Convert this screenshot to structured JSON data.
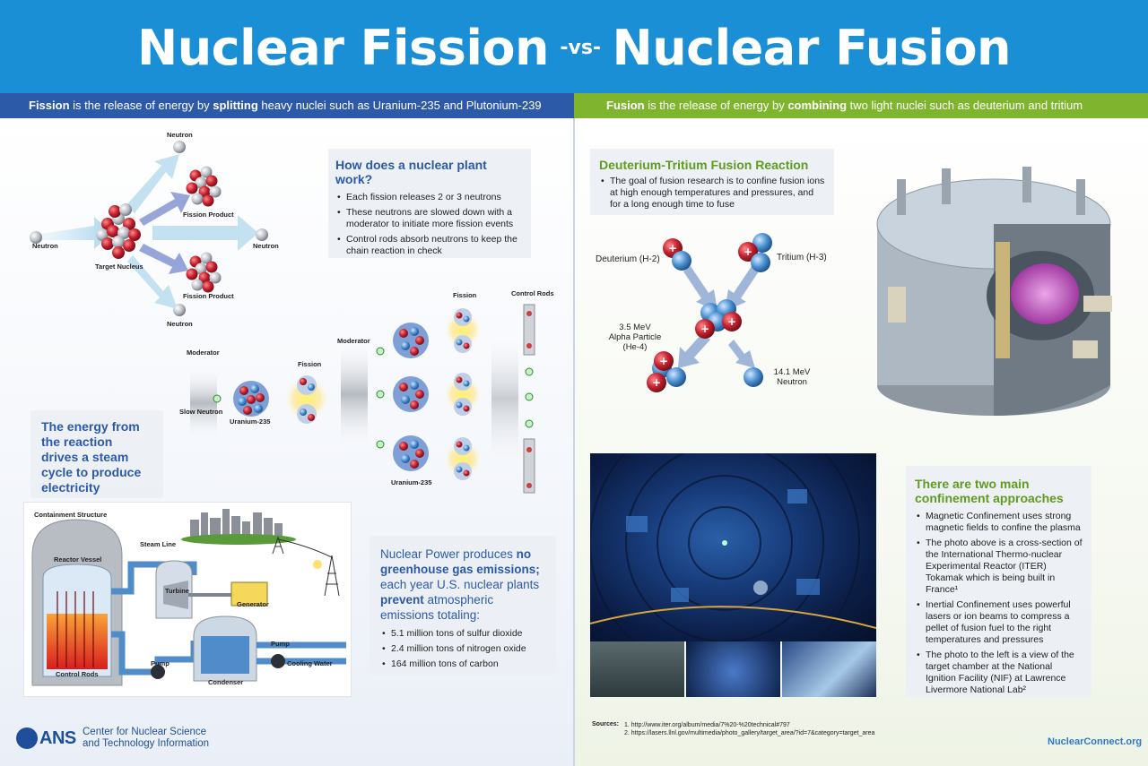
{
  "header": {
    "title_left": "Nuclear Fission",
    "vs": "-vs-",
    "title_right": "Nuclear Fusion"
  },
  "fission_bar": {
    "term": "Fission",
    "text1": " is the release of energy by ",
    "keyword": "splitting",
    "text2": " heavy nuclei such as Uranium-235 and Plutonium-239"
  },
  "fusion_bar": {
    "term": "Fusion",
    "text1": " is the release of energy by ",
    "keyword": "combining",
    "text2": " two light nuclei such as deuterium and tritium"
  },
  "fission_diagram": {
    "neutron_top": "Neutron",
    "neutron_left": "Neutron",
    "neutron_right": "Neutron",
    "neutron_bottom": "Neutron",
    "target_nucleus": "Target Nucleus",
    "fission_product_1": "Fission Product",
    "fission_product_2": "Fission Product"
  },
  "plant_box": {
    "title": "How does a nuclear plant work?",
    "items": [
      "Each fission releases 2 or 3 neutrons",
      "These neutrons are slowed down with a moderator to initiate more fission events",
      "Control rods absorb neutrons to keep the chain reaction in check"
    ]
  },
  "chain_reaction": {
    "moderator_1": "Moderator",
    "moderator_2": "Moderator",
    "fission_1": "Fission",
    "fission_2": "Fission",
    "control_rods": "Control Rods",
    "slow_neutron": "Slow Neutron",
    "uranium_1": "Uranium-235",
    "uranium_2": "Uranium-235"
  },
  "energy_box": {
    "text": "The energy from the reaction drives a steam cycle to produce electricity"
  },
  "plant_diagram": {
    "containment": "Containment Structure",
    "steam_line": "Steam Line",
    "reactor_vessel": "Reactor Vessel",
    "turbine": "Turbine",
    "generator": "Generator",
    "control_rods": "Control Rods",
    "pump_1": "Pump",
    "pump_2": "Pump",
    "condenser": "Condenser",
    "cooling_water": "Cooling Water"
  },
  "emissions_box": {
    "p1": "Nuclear Power produces ",
    "p1_bold": "no greenhouse gas emissions;",
    "p2": " each year U.S. nuclear plants ",
    "p2_bold": "prevent",
    "p3": " atmospheric emissions totaling:",
    "items": [
      "5.1 million tons of sulfur dioxide",
      "2.4 million tons of nitrogen oxide",
      "164 million tons of carbon"
    ]
  },
  "footer_left": {
    "logo": "ANS",
    "line1": "Center for Nuclear Science",
    "line2": "and Technology Information"
  },
  "dt_box": {
    "title": "Deuterium-Tritium Fusion Reaction",
    "items": [
      "The goal of fusion research is to confine fusion ions at high enough temperatures and pressures, and for a long enough time to fuse"
    ]
  },
  "fusion_diagram": {
    "deuterium": "Deuterium (H-2)",
    "tritium": "Tritium (H-3)",
    "alpha_1": "3.5 MeV",
    "alpha_2": "Alpha Particle",
    "alpha_3": "(He-4)",
    "neutron_1": "14.1 MeV",
    "neutron_2": "Neutron"
  },
  "confinement_box": {
    "title": "There are two main confinement approaches",
    "items": [
      "Magnetic Confinement uses strong magnetic fields to confine the plasma",
      "The photo above is a cross-section of the International Thermo-nuclear Experimental Reactor (ITER) Tokamak which is being built in France¹",
      "Inertial Confinement uses powerful lasers or ion beams to compress a pellet of fusion fuel to the right temperatures and pressures",
      "The photo to the left is a view of the target chamber at the National Ignition Facility (NIF) at Lawrence Livermore National Lab²"
    ]
  },
  "sources": {
    "label": "Sources:",
    "s1": "1.  http://www.iter.org/album/media/7%20-%20technical#797",
    "s2": "2.  https://lasers.llnl.gov/multimedia/photo_gallery/target_area/?id=7&category=target_area"
  },
  "footer_right": {
    "site": "NuclearConnect.org"
  },
  "colors": {
    "header_blue": "#1b8fd6",
    "fission_blue": "#2c5aa8",
    "fusion_green": "#7fb52e",
    "proton_red": "#b5202e",
    "neutron_blue": "#4a8fd0"
  }
}
